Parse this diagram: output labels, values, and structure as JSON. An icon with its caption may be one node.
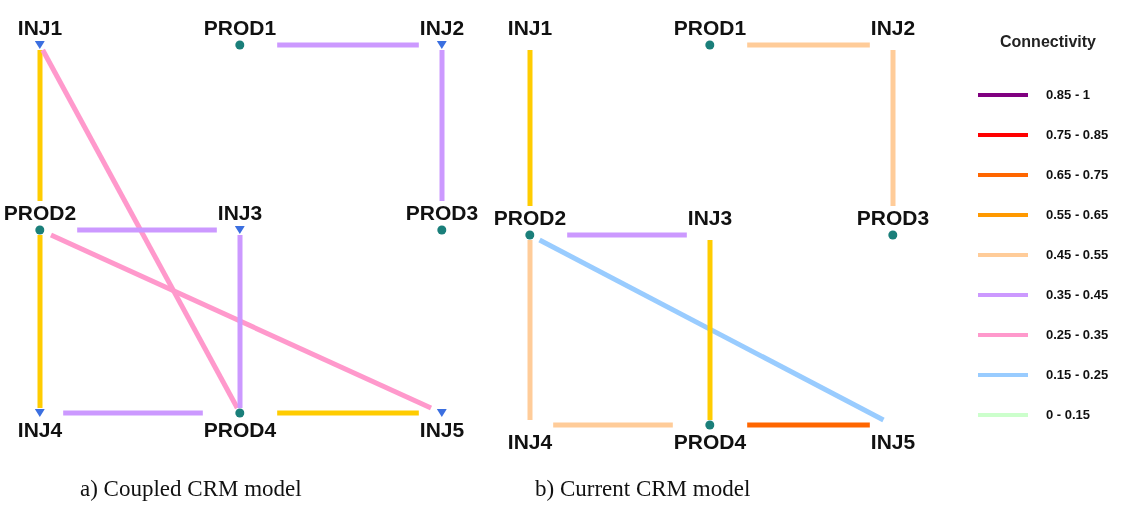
{
  "diagram": {
    "nodes": [
      {
        "text": [
          "INJ1"
        ]
      },
      {
        "text": [
          "PROD1"
        ]
      },
      {
        "text": [
          "INJ2"
        ]
      },
      {
        "text": [
          "PROD2"
        ]
      },
      {
        "text": [
          "INJ3"
        ]
      },
      {
        "text": [
          "PROD3"
        ]
      },
      {
        "text": [
          "INJ4"
        ]
      },
      {
        "text": [
          "PROD4"
        ]
      },
      {
        "text": [
          "INJ5"
        ]
      },
      {
        "text": [
          "INJ1"
        ]
      },
      {
        "text": [
          "PROD1"
        ]
      },
      {
        "text": [
          "INJ2"
        ]
      },
      {
        "text": [
          "PROD2"
        ]
      },
      {
        "text": [
          "INJ3"
        ]
      },
      {
        "text": [
          "PROD3"
        ]
      },
      {
        "text": [
          "INJ4"
        ]
      },
      {
        "text": [
          "PROD4"
        ]
      },
      {
        "text": [
          "INJ5"
        ]
      }
    ],
    "edges": [
      {
        "from": 0,
        "to": 3,
        "arrow": "none",
        "color": "#ffcc00"
      },
      {
        "from": 3,
        "to": 6,
        "arrow": "none",
        "color": "#ffcc00"
      },
      {
        "from": 0,
        "to": 7,
        "arrow": "none",
        "color": "#ff99cc"
      },
      {
        "from": 1,
        "to": 2,
        "arrow": "none",
        "color": "#cc99ff"
      },
      {
        "from": 2,
        "to": 5,
        "arrow": "none",
        "color": "#cc99ff"
      },
      {
        "from": 3,
        "to": 4,
        "arrow": "none",
        "color": "#cc99ff"
      },
      {
        "from": 3,
        "to": 8,
        "arrow": "none",
        "color": "#ff99cc"
      },
      {
        "from": 4,
        "to": 7,
        "arrow": "none",
        "color": "#cc99ff"
      },
      {
        "from": 6,
        "to": 7,
        "arrow": "none",
        "color": "#cc99ff"
      },
      {
        "from": 7,
        "to": 8,
        "arrow": "none",
        "color": "#ffcc00"
      },
      {
        "from": 9,
        "to": 12,
        "arrow": "none",
        "color": "#ffcc00"
      },
      {
        "from": 10,
        "to": 11,
        "arrow": "none",
        "color": "#ffcc99"
      },
      {
        "from": 11,
        "to": 14,
        "arrow": "none",
        "color": "#ffcc99"
      },
      {
        "from": 12,
        "to": 13,
        "arrow": "none",
        "color": "#cc99ff"
      },
      {
        "from": 12,
        "to": 15,
        "arrow": "none",
        "color": "#ffcc99"
      },
      {
        "from": 12,
        "to": 17,
        "arrow": "none",
        "color": "#99ccff"
      },
      {
        "from": 13,
        "to": 16,
        "arrow": "none",
        "color": "#ffcc00"
      },
      {
        "from": 15,
        "to": 16,
        "arrow": "none",
        "color": "#ffcc99"
      },
      {
        "from": 16,
        "to": 17,
        "arrow": "none",
        "color": "#ff6600"
      }
    ],
    "labels": [
      "Connectivity",
      "a) Coupled CRM model",
      "b) Current CRM model"
    ],
    "legend": [
      {
        "text": "0.85 - 1",
        "color": "#800080"
      },
      {
        "text": "0.75 - 0.85",
        "color": "#ff0000"
      },
      {
        "text": "0.65 - 0.75",
        "color": "#ff6600"
      },
      {
        "text": "0.55 - 0.65",
        "color": "#ff9900"
      },
      {
        "text": "0.45 - 0.55",
        "color": "#ffcc99"
      },
      {
        "text": "0.35 - 0.45",
        "color": "#cc99ff"
      },
      {
        "text": "0.25 - 0.35",
        "color": "#ff99cc"
      },
      {
        "text": "0.15 - 0.25",
        "color": "#99ccff"
      },
      {
        "text": "0 - 0.15",
        "color": "#ccffcc"
      }
    ]
  }
}
